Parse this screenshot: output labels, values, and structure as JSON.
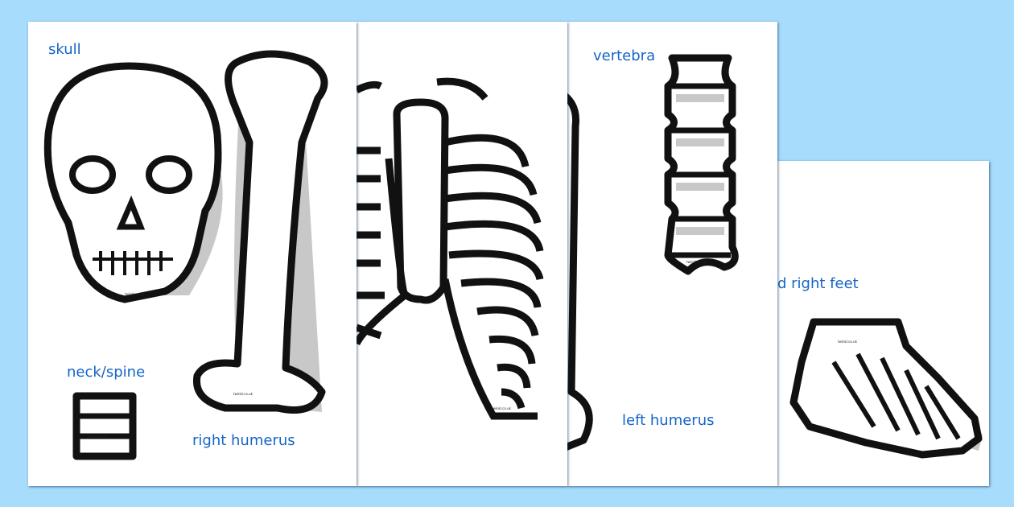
{
  "background_color": "#a8dcfc",
  "label_color": "#1565c8",
  "watermark": "twinkl.co.uk",
  "pages": [
    {
      "labels": {
        "skull": "skull",
        "neck_spine": "neck/spine",
        "right_humerus": "right humerus"
      }
    },
    {
      "labels": {}
    },
    {
      "labels": {
        "vertebra": "vertebra",
        "left_humerus": "left humerus"
      }
    },
    {
      "labels": {
        "feet": "d right feet"
      }
    }
  ]
}
